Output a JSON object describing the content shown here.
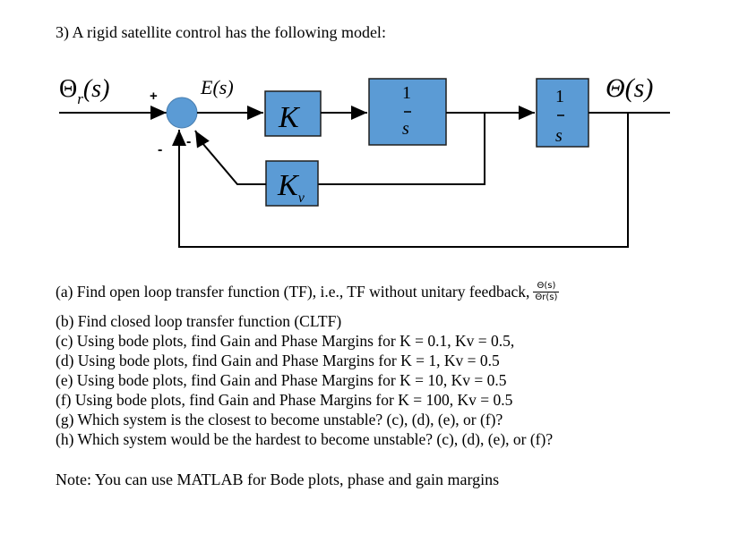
{
  "problem": {
    "title": "3) A rigid satellite control has the following model:"
  },
  "diagram": {
    "input_label": "Θr(s)",
    "input_symbol": "Θ",
    "input_sub": "r",
    "input_arg": "(s)",
    "error_label": "E(s)",
    "output_label": "Θ(s)",
    "plus_sign": "+",
    "minus_sign_1": "-",
    "minus_sign_2": "-",
    "block_k": "K",
    "block_kv": "K",
    "block_kv_sub": "v",
    "integrator_1_num": "1",
    "integrator_1_den": "s",
    "integrator_2_num": "1",
    "integrator_2_den": "s",
    "colors": {
      "block_fill": "#5b9bd5",
      "block_stroke": "#1f1f1f",
      "summer_fill": "#5b9bd5"
    }
  },
  "questions": {
    "a": "(a) Find open loop transfer function (TF), i.e., TF without unitary feedback,",
    "a_frac_num": "Θ(s)",
    "a_frac_den": "Θr(s)",
    "b": "(b) Find closed loop transfer function (CLTF)",
    "c": "(c) Using bode plots, find Gain and Phase Margins for K = 0.1, Kv = 0.5,",
    "d": "(d) Using bode plots, find Gain and Phase Margins for K = 1, Kv = 0.5",
    "e": "(e) Using bode plots, find Gain and Phase Margins for K = 10, Kv = 0.5",
    "f": "(f) Using bode plots, find Gain and Phase Margins for K = 100, Kv = 0.5",
    "g": "(g) Which system is the closest to become unstable? (c), (d), (e), or (f)?",
    "h": "(h) Which system would be the hardest to become unstable? (c), (d), (e), or (f)?"
  },
  "note": "Note: You can use MATLAB for Bode plots, phase and gain margins"
}
